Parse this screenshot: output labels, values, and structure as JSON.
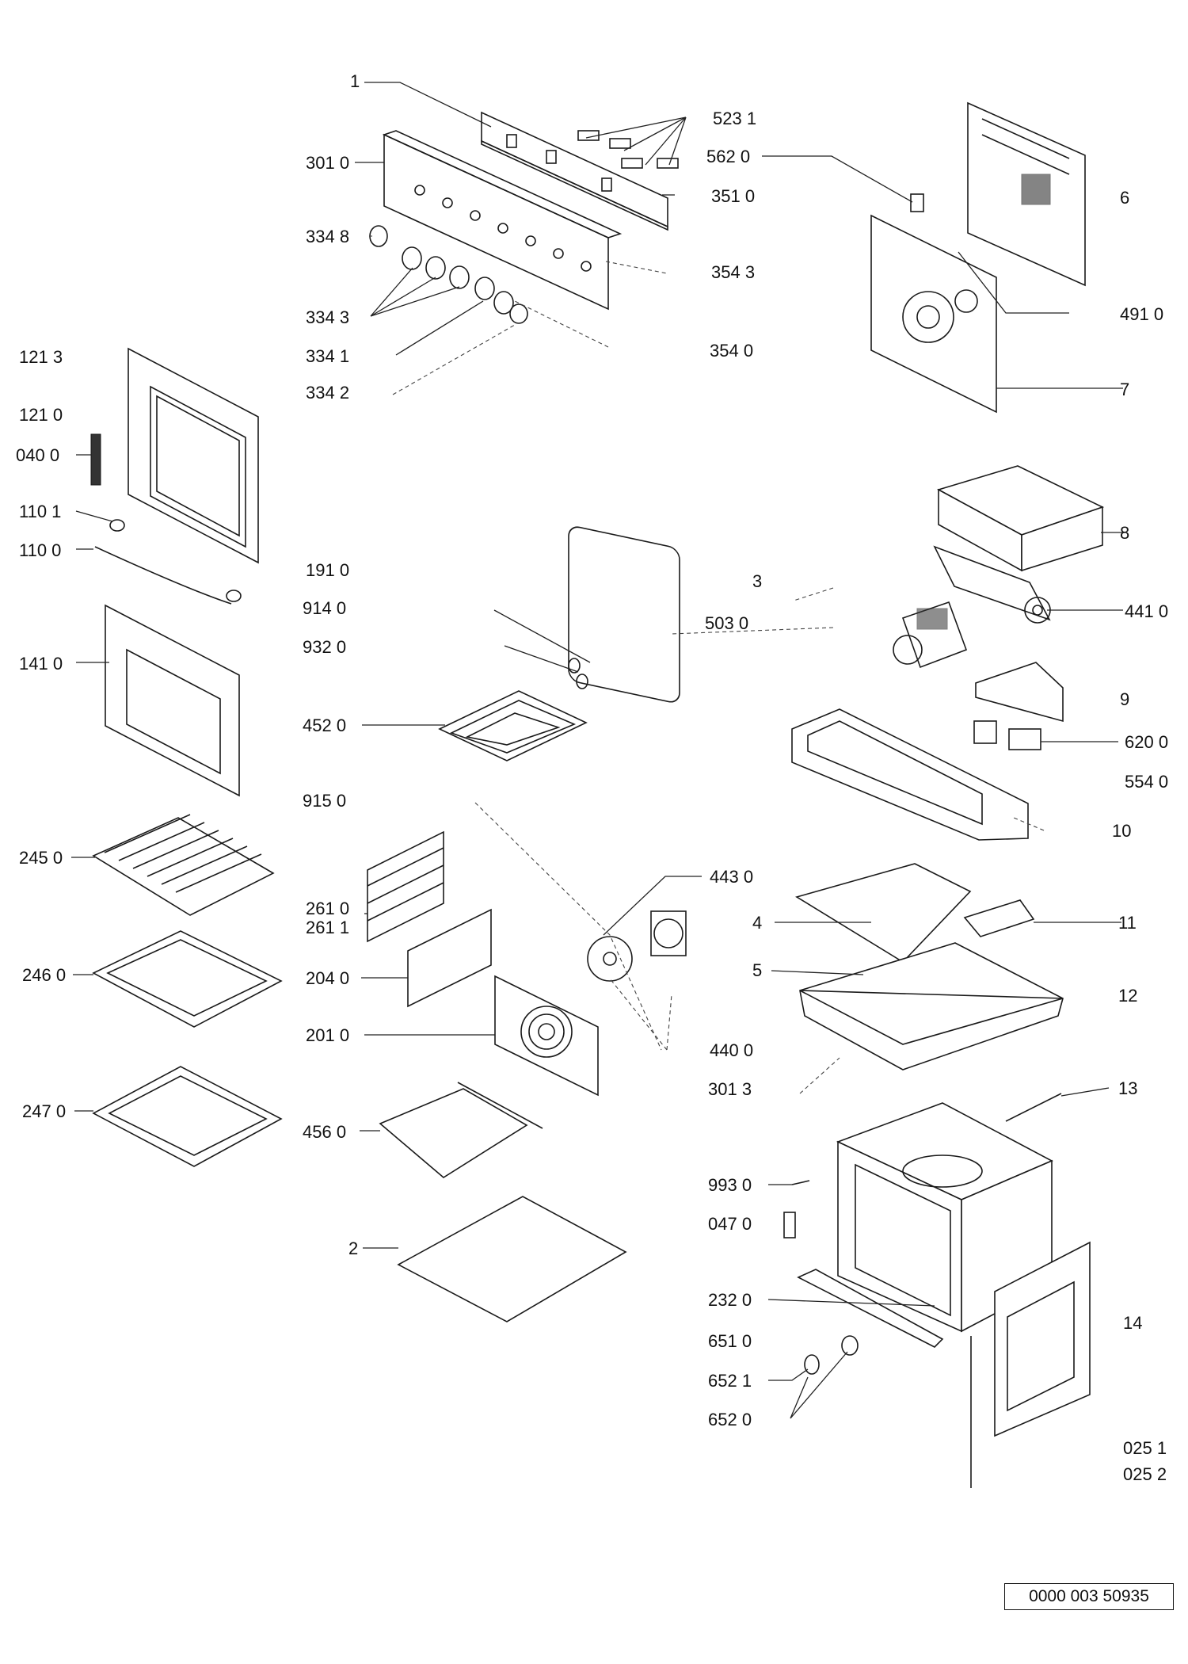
{
  "diagram": {
    "reference_code": "0000 003 50935",
    "callouts": [
      "1",
      "523 1",
      "301 0",
      "562 0",
      "351 0",
      "334 8",
      "354 3",
      "334 3",
      "334 1",
      "354 0",
      "334 2",
      "6",
      "491 0",
      "7",
      "121 3",
      "121 0",
      "040 0",
      "110 1",
      "110 0",
      "141 0",
      "191 0",
      "914 0",
      "932 0",
      "452 0",
      "3",
      "503 0",
      "8",
      "441 0",
      "9",
      "620 0",
      "554 0",
      "10",
      "915 0",
      "245 0",
      "261 0",
      "261 1",
      "204 0",
      "201 0",
      "443 0",
      "440 0",
      "4",
      "11",
      "5",
      "12",
      "301 3",
      "13",
      "246 0",
      "247 0",
      "456 0",
      "2",
      "993 0",
      "047 0",
      "232 0",
      "651 0",
      "652 1",
      "652 0",
      "14",
      "025 1",
      "025 2"
    ]
  }
}
